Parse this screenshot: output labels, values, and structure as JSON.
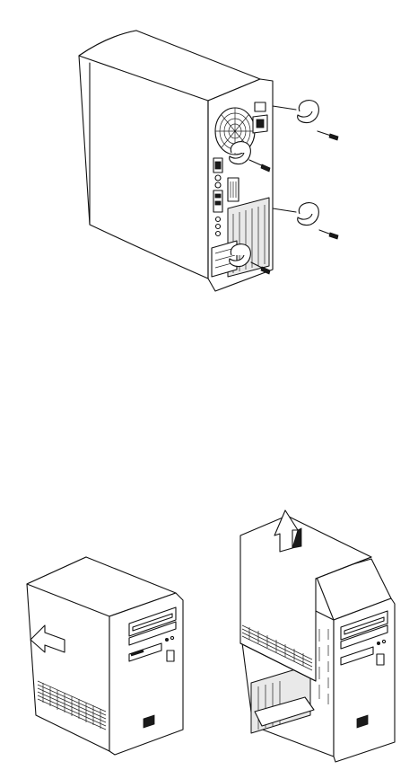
{
  "figure": {
    "panels": [
      {
        "name": "rear-screw-removal",
        "screw_count": 4
      },
      {
        "name": "cover-push-direction"
      },
      {
        "name": "cover-lift-off"
      }
    ],
    "colors": {
      "ink": "#111111",
      "paper": "#ffffff",
      "shade": "#e9e9e9",
      "dark": "#1a1a1a"
    }
  }
}
